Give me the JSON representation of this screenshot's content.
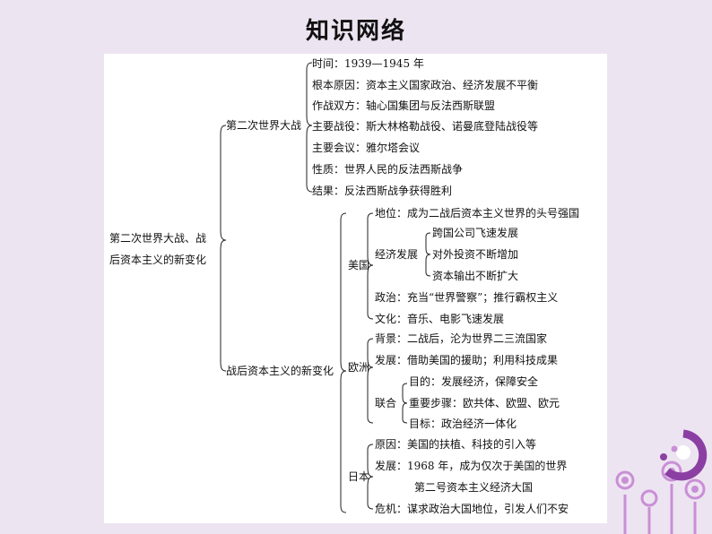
{
  "title": "知识网络",
  "root": {
    "line1": "第二次世界大战、战",
    "line2": "后资本主义的新变化"
  },
  "ww2": {
    "label": "第二次世界大战",
    "items": [
      "时间：1939—1945 年",
      "根本原因：资本主义国家政治、经济发展不平衡",
      "作战双方：轴心国集团与反法西斯联盟",
      "主要战役：斯大林格勒战役、诺曼底登陆战役等",
      "主要会议：雅尔塔会议",
      "性质：世界人民的反法西斯战争",
      "结果：反法西斯战争获得胜利"
    ]
  },
  "postwar": {
    "label": "战后资本主义的新变化",
    "usa": {
      "label": "美国",
      "status": "地位：成为二战后资本主义世界的头号强国",
      "econ_label": "经济发展",
      "econ_items": [
        "跨国公司飞速发展",
        "对外投资不断增加",
        "资本输出不断扩大"
      ],
      "politics": "政治：充当“世界警察”；推行霸权主义",
      "culture": "文化：音乐、电影飞速发展"
    },
    "europe": {
      "label": "欧洲",
      "background": "背景：二战后，沦为世界二三流国家",
      "development": "发展：借助美国的援助；利用科技成果",
      "union_label": "联合",
      "union_items": [
        "目的：发展经济，保障安全",
        "重要步骤：欧共体、欧盟、欧元",
        "目标：政治经济一体化"
      ]
    },
    "japan": {
      "label": "日本",
      "reason": "原因：美国的扶植、科技的引入等",
      "dev_line1": "发展：1968 年，成为仅次于美国的世界",
      "dev_line2": "第二号资本主义经济大国",
      "crisis": "危机：谋求政治大国地位，引发人们不安"
    }
  },
  "colors": {
    "background": "#ede4f1",
    "card": "#ffffff",
    "ink": "#111111",
    "accent_purple": "#8b3fa3",
    "accent_pink": "#c98fd6"
  }
}
